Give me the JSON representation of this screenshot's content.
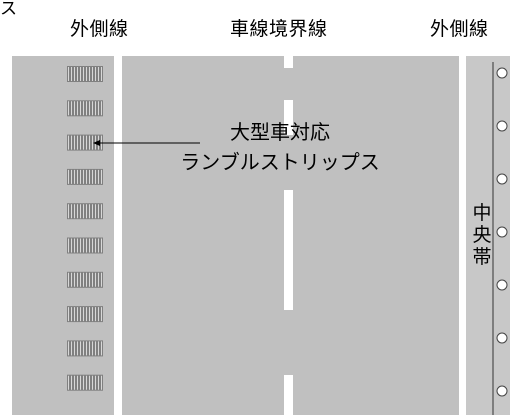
{
  "labels": {
    "corner": "ス",
    "left_edge_line": "外側線",
    "lane_boundary_line": "車線境界線",
    "right_edge_line": "外側線",
    "rumble_callout_line1": "大型車対応",
    "rumble_callout_line2": "ランブルストリップス",
    "median_chars": [
      "中",
      "央",
      "帯"
    ]
  },
  "colors": {
    "pavement": "#c0c0c0",
    "marking": "#ffffff",
    "rumble_strip_fill": "#808080",
    "rumble_strip_line": "#d8d8d8",
    "median": "#c8c8c8",
    "text": "#000000"
  },
  "rumble_strip": {
    "count": 10,
    "grooves_per_strip": 12
  },
  "median_reflectors": {
    "count": 7
  }
}
